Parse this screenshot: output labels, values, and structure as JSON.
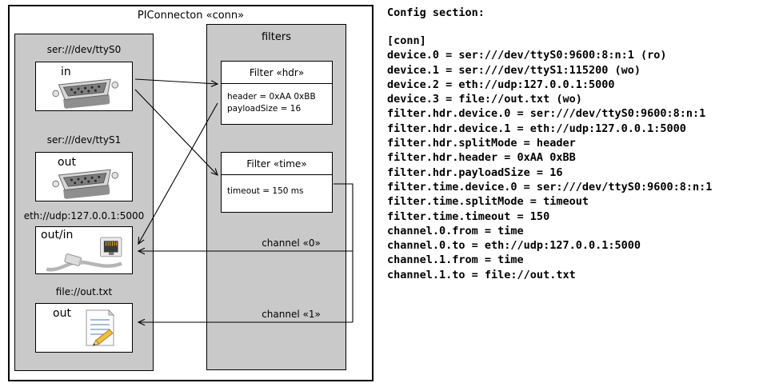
{
  "diagram": {
    "title": "PIConnecton «conn»",
    "devices": [
      {
        "label": "ser:///dev/ttyS0",
        "direction": "in",
        "icon": "serial-connector-icon"
      },
      {
        "label": "ser:///dev/ttyS1",
        "direction": "out",
        "icon": "serial-connector-icon"
      },
      {
        "label": "eth://udp:127.0.0.1:5000",
        "direction": "out/in",
        "icon": "ethernet-connector-icon"
      },
      {
        "label": "file://out.txt",
        "direction": "out",
        "icon": "document-edit-icon"
      }
    ],
    "filters_panel": {
      "title": "filters",
      "filters": [
        {
          "title": "Filter «hdr»",
          "params": [
            "header = 0xAA 0xBB",
            "payloadSize = 16"
          ]
        },
        {
          "title": "Filter «time»",
          "params": [
            "timeout = 150 ms"
          ]
        }
      ],
      "channels": [
        {
          "label": "channel «0»"
        },
        {
          "label": "channel «1»"
        }
      ]
    },
    "colors": {
      "panel_gray": "#c9c9c9",
      "box_white": "#ffffff",
      "line_black": "#000000"
    }
  },
  "config": {
    "title": "Config section:",
    "lines": [
      "[conn]",
      "device.0 = ser:///dev/ttyS0:9600:8:n:1 (ro)",
      "device.1 = ser:///dev/ttyS1:115200 (wo)",
      "device.2 = eth://udp:127.0.0.1:5000",
      "device.3 = file://out.txt (wo)",
      "filter.hdr.device.0 = ser:///dev/ttyS0:9600:8:n:1",
      "filter.hdr.device.1 = eth://udp:127.0.0.1:5000",
      "filter.hdr.splitMode = header",
      "filter.hdr.header = 0xAA 0xBB",
      "filter.hdr.payloadSize = 16",
      "filter.time.device.0 = ser:///dev/ttyS0:9600:8:n:1",
      "filter.time.splitMode = timeout",
      "filter.time.timeout = 150",
      "channel.0.from = time",
      "channel.0.to = eth://udp:127.0.0.1:5000",
      "channel.1.from = time",
      "channel.1.to = file://out.txt"
    ]
  }
}
